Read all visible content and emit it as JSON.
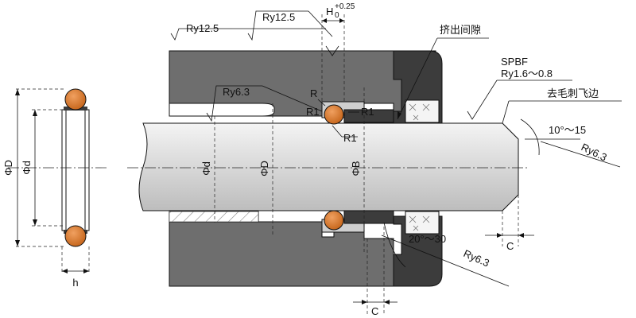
{
  "colors": {
    "housing": "#6e6e6e",
    "rod": "#dcdcdc",
    "oring": "#d97a30",
    "backup_ring": "#3c3c3c",
    "wiper": "#f4f4f4",
    "background": "#ffffff"
  },
  "ring_view": {
    "diameter_outer": "ΦD",
    "diameter_inner": "Φd",
    "width": "h"
  },
  "section_view": {
    "surface_roughness": {
      "housing_top_left": "Ry12.5",
      "housing_top_mid": "Ry12.5",
      "groove_bottom": "Ry6.3",
      "chamfer_bottom": "Ry6.3",
      "rod_chamfer": "Ry6.3",
      "rod_surface": "Ry1.6～0.8"
    },
    "groove_width": {
      "symbol": "H",
      "tol_upper": "+0.25",
      "tol_lower": "0"
    },
    "radius_labels": {
      "r": "R",
      "r1_left": "R1",
      "r1_right": "R1",
      "r1_bottom": "R1"
    },
    "diameters": {
      "rod": "Φd",
      "groove": "ΦD",
      "bore": "ΦB"
    },
    "notes": {
      "extrusion_gap": "挤出间隙",
      "spbf": "SPBF",
      "deburr": "去毛刺飞边"
    },
    "angles": {
      "rod_chamfer": "10°～15",
      "entry_chamfer": "20°～30"
    },
    "chamfer_length": {
      "rod": "C",
      "housing": "C"
    }
  }
}
